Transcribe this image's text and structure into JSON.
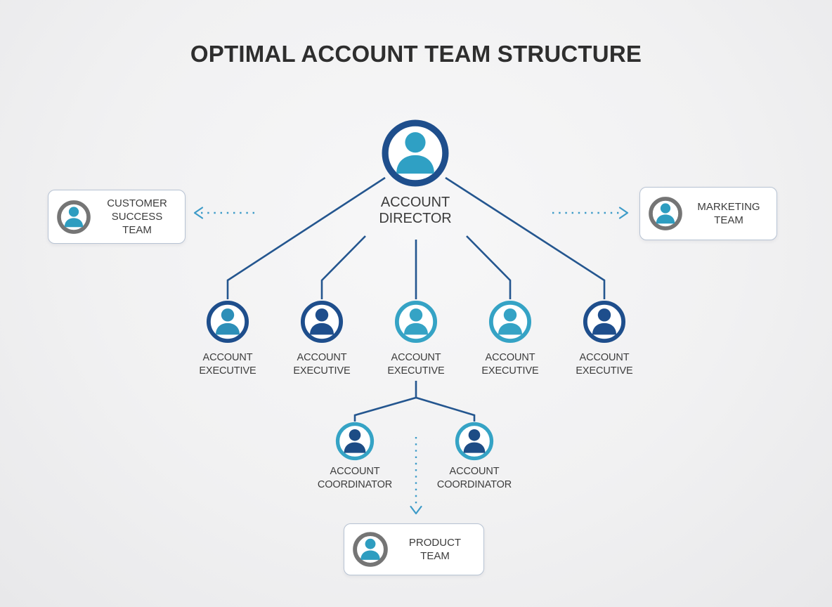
{
  "title": "OPTIMAL ACCOUNT TEAM STRUCTURE",
  "colors": {
    "background": "#f0f0f1",
    "navy": "#1e4e8c",
    "teal": "#35a3c5",
    "steel_blue": "#2d8fb8",
    "solid_connector": "#24568f",
    "dotted_connector": "#3d9bc8",
    "icon_gray": "#757575",
    "box_border": "#b7c3d3",
    "text": "#3c3c3c"
  },
  "org": {
    "director": {
      "label": "ACCOUNT\nDIRECTOR"
    },
    "executives": [
      {
        "label": "ACCOUNT\nEXECUTIVE"
      },
      {
        "label": "ACCOUNT\nEXECUTIVE"
      },
      {
        "label": "ACCOUNT\nEXECUTIVE"
      },
      {
        "label": "ACCOUNT\nEXECUTIVE"
      },
      {
        "label": "ACCOUNT\nEXECUTIVE"
      }
    ],
    "coordinators": [
      {
        "label": "ACCOUNT\nCOORDINATOR"
      },
      {
        "label": "ACCOUNT\nCOORDINATOR"
      }
    ],
    "side_teams": [
      {
        "label": "CUSTOMER\nSUCCESS\nTEAM"
      },
      {
        "label": "MARKETING\nTEAM"
      },
      {
        "label": "PRODUCT\nTEAM"
      }
    ],
    "edges": {
      "solid": [
        "account-director - account-executive-1",
        "account-director - account-executive-2",
        "account-director - account-executive-3",
        "account-director - account-executive-4",
        "account-director - account-executive-5",
        "account-executive-3 - account-coordinator-1",
        "account-executive-3 - account-coordinator-2"
      ],
      "dotted": [
        "account-director - customer-success-team",
        "account-director - marketing-team",
        "account-coordinators - product-team"
      ]
    }
  }
}
